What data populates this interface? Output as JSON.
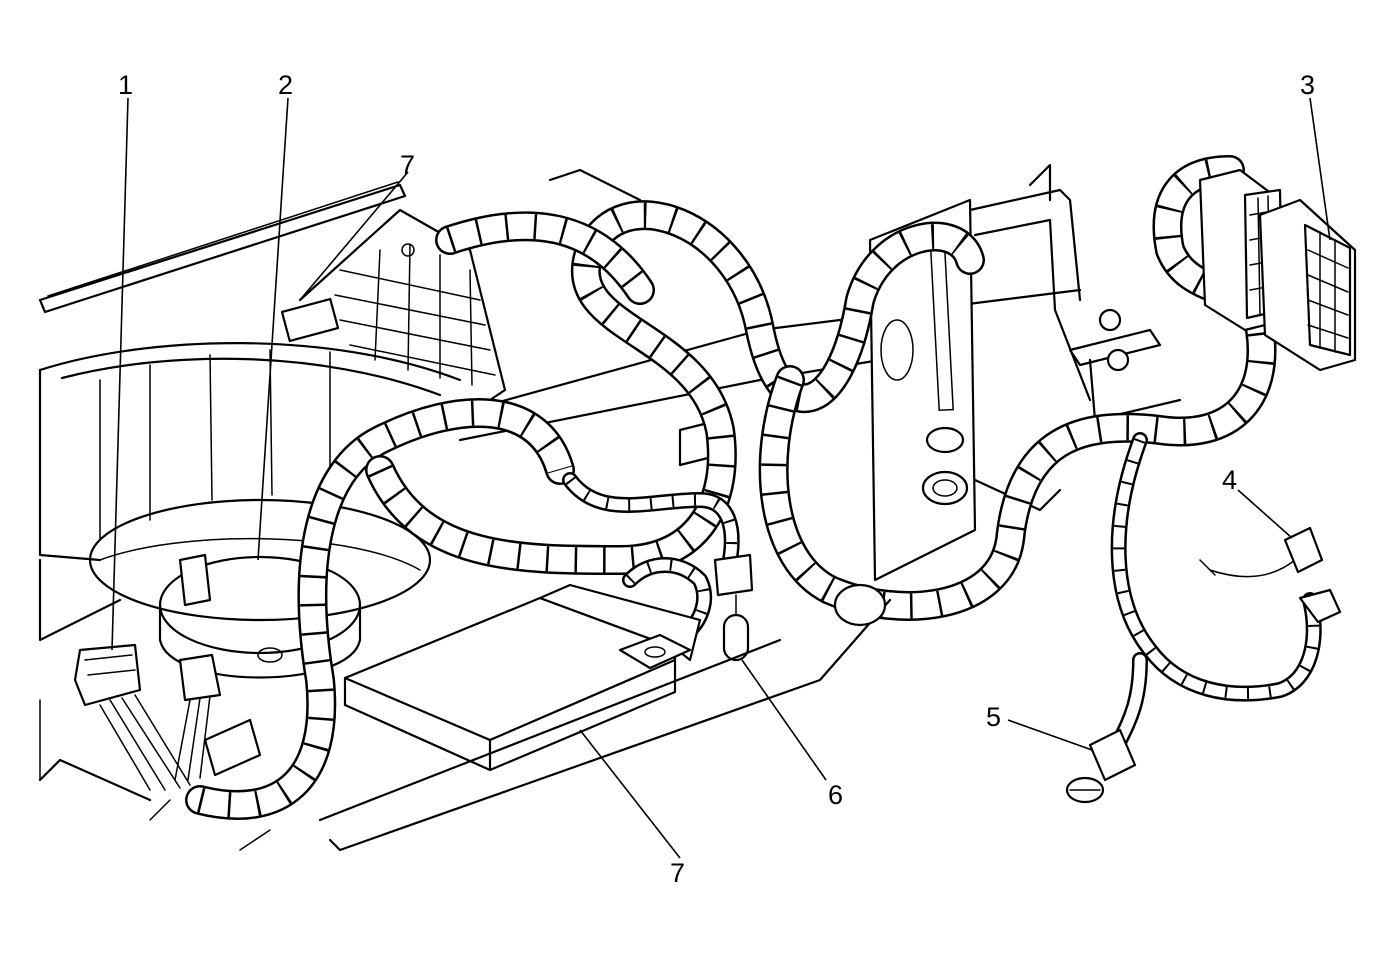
{
  "callouts": [
    {
      "id": "1",
      "label": "1"
    },
    {
      "id": "2",
      "label": "2"
    },
    {
      "id": "3",
      "label": "3"
    },
    {
      "id": "4",
      "label": "4"
    },
    {
      "id": "5",
      "label": "5"
    },
    {
      "id": "6",
      "label": "6"
    },
    {
      "id": "7a",
      "label": "7"
    },
    {
      "id": "7b",
      "label": "7"
    }
  ],
  "colors": {
    "line": "#000000",
    "background": "#ffffff"
  }
}
